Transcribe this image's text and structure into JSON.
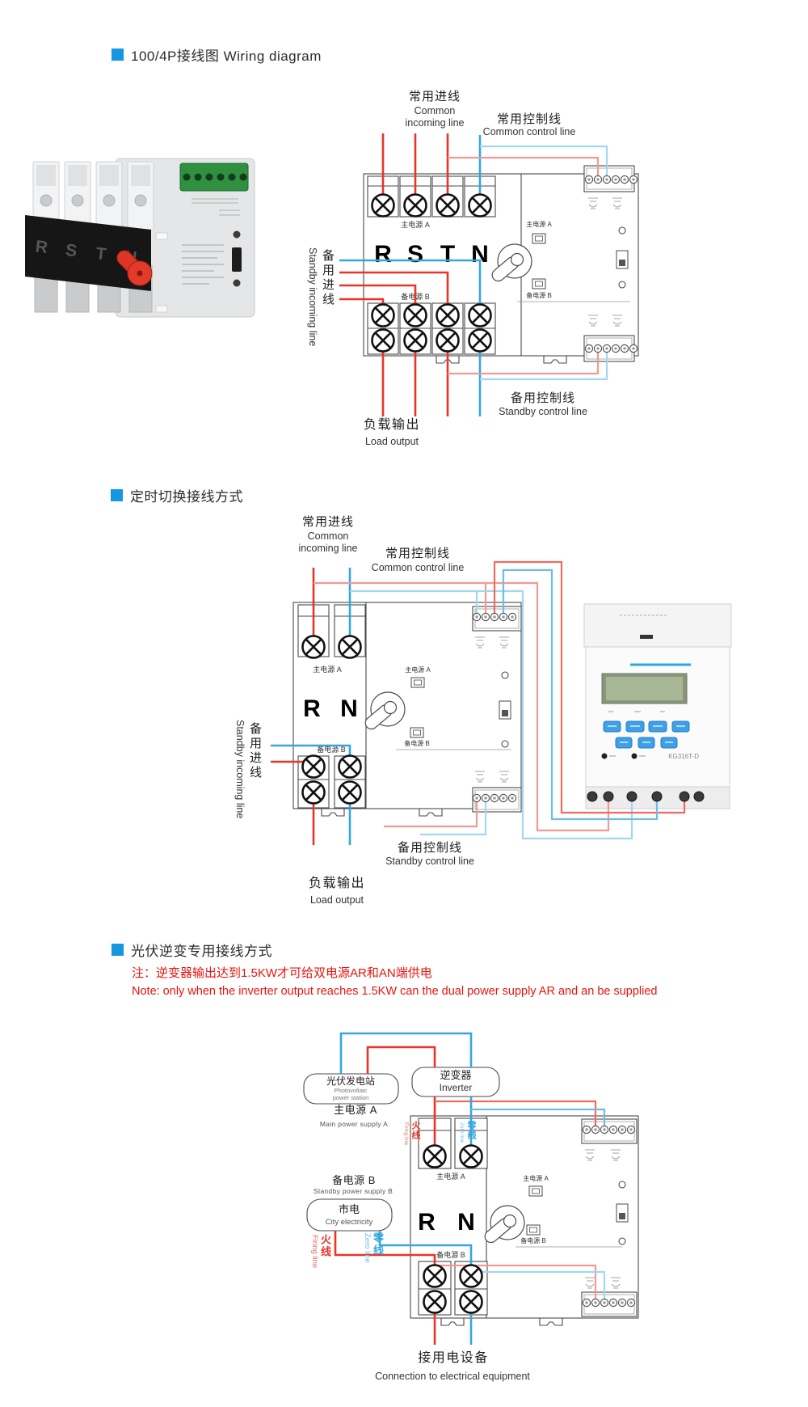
{
  "colors": {
    "accent": "#1496e0",
    "wire_red": "#e8342a",
    "wire_blue": "#35a6de",
    "wire_pink": "#f09a94",
    "wire_lightblue": "#a5d6ef",
    "note_red": "#e8140f"
  },
  "s1": {
    "header": "100/4P接线图 Wiring diagram",
    "labels": {
      "common_incoming_zh": "常用进线",
      "common_incoming_en1": "Common",
      "common_incoming_en2": "incoming line",
      "common_control_zh": "常用控制线",
      "common_control_en": "Common control line",
      "standby_incoming_zh": "备用进线",
      "standby_incoming_en": "Standby incoming line",
      "standby_control_zh": "备用控制线",
      "standby_control_en": "Standby control line",
      "load_output_zh": "负载输出",
      "load_output_en": "Load output"
    },
    "diagram": {
      "main_a": "主电源 A",
      "backup_b": "备电源 B",
      "letters": [
        "R",
        "S",
        "T",
        "N"
      ]
    },
    "photo": {
      "letters": [
        "R",
        "S",
        "T",
        "N"
      ]
    }
  },
  "s2": {
    "header": "定时切换接线方式",
    "labels": {
      "common_incoming_zh": "常用进线",
      "common_incoming_en1": "Common",
      "common_incoming_en2": "incoming line",
      "common_control_zh": "常用控制线",
      "common_control_en": "Common control line",
      "standby_incoming_zh": "备用进线",
      "standby_incoming_en": "Standby incoming line",
      "standby_control_zh": "备用控制线",
      "standby_control_en": "Standby control line",
      "load_output_zh": "负载输出",
      "load_output_en": "Load output"
    },
    "diagram": {
      "main_a": "主电源 A",
      "backup_b": "备电源 B",
      "letters": [
        "R",
        "N"
      ]
    },
    "timer": {
      "model": "KG316T-D"
    }
  },
  "s3": {
    "header": "光伏逆变专用接线方式",
    "note_zh": "注：逆变器输出达到1.5KW才可给双电源AR和AN端供电",
    "note_en": "Note: only when the inverter output reaches 1.5KW can the dual power supply AR and an be supplied",
    "labels": {
      "pv_zh": "光伏发电站",
      "pv_en1": "Photovoltaic",
      "pv_en2": "power station",
      "inverter_zh": "逆变器",
      "inverter_en": "Inverter",
      "main_a_zh": "主电源 A",
      "main_a_en": "Main power supply A",
      "standby_b_zh": "备电源 B",
      "standby_b_en": "Standby power supply B",
      "city_zh": "市电",
      "city_en": "City electricity",
      "fire_zh": "火线",
      "fire_en": "Firing line",
      "zero_zh": "零线",
      "zero_en": "Zero line",
      "connect_zh": "接用电设备",
      "connect_en": "Connection to electrical equipment"
    },
    "diagram": {
      "main_a": "主电源 A",
      "backup_b": "备电源 B",
      "letters": [
        "R",
        "N"
      ]
    }
  }
}
